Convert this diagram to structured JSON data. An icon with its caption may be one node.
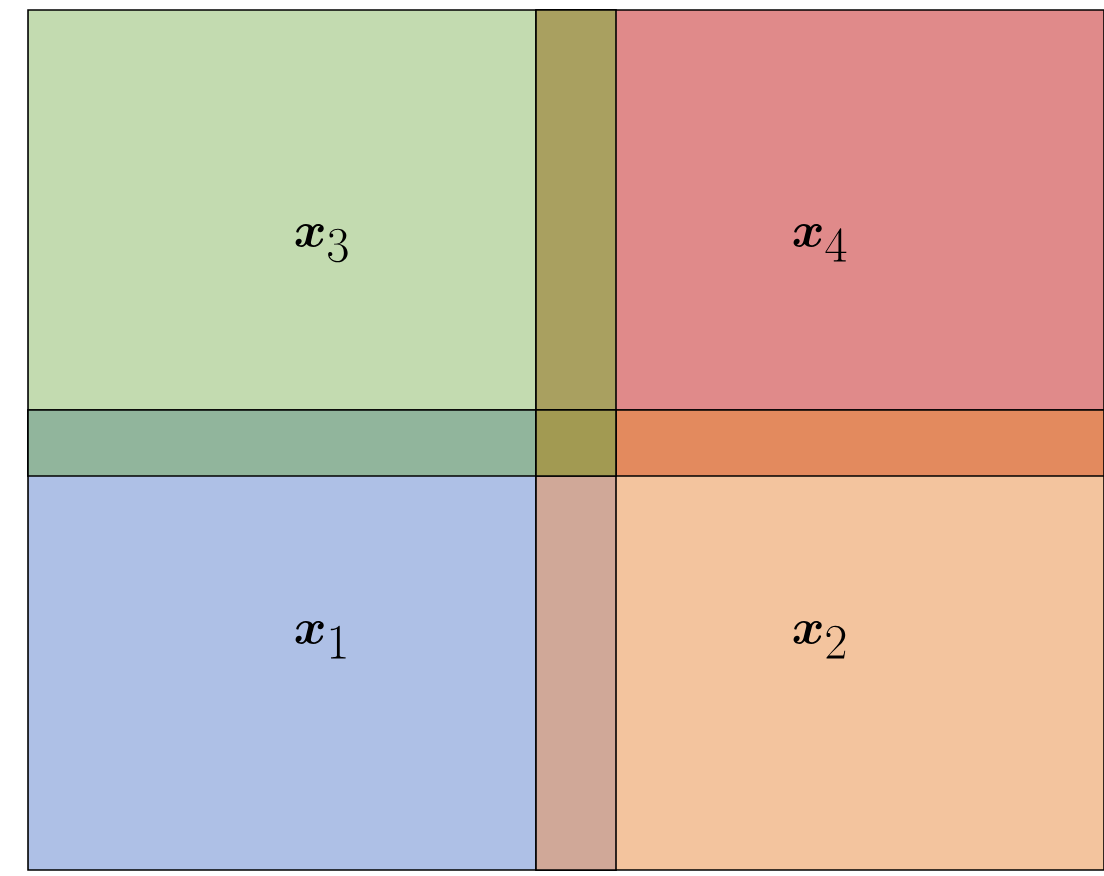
{
  "diagram": {
    "nodes": [
      {
        "text": [
          "\\boldsymbol{x}_3"
        ]
      },
      {
        "text": [
          "\\boldsymbol{x}_4"
        ]
      },
      {
        "text": [
          "\\boldsymbol{x}_1"
        ]
      },
      {
        "text": [
          "\\boldsymbol{x}_2"
        ]
      }
    ]
  }
}
